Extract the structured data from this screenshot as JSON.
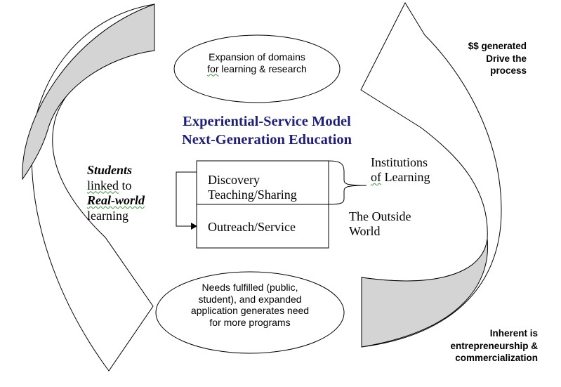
{
  "title": {
    "line1": "Experiential-Service Model",
    "line2": "Next-Generation Education"
  },
  "ellipse_top": {
    "line1": "Expansion of domains",
    "line2_prefix": "for",
    "line2_rest": " learning & research"
  },
  "ellipse_bottom": {
    "lines": [
      "Needs fulfilled (public,",
      "student), and expanded",
      "application generates need",
      "for more programs"
    ]
  },
  "center_box": {
    "top_line1": "Discovery",
    "top_line2": "Teaching/Sharing",
    "bottom": "Outreach/Service"
  },
  "institutions": {
    "line1": "Institutions",
    "line2_prefix": "of",
    "line2_rest": " Learning"
  },
  "outside_world": {
    "line1": "The Outside",
    "line2": "World"
  },
  "students": {
    "word1": "Students",
    "word2": "linked",
    "word3": " to",
    "word4": "Real-world",
    "word5": "learning"
  },
  "money_note": {
    "line1": "$$ generated",
    "line2": "Drive the",
    "line3": "process"
  },
  "inherent_note": {
    "line1": "Inherent is",
    "line2": "entrepreneurship &",
    "line3": "commercialization"
  },
  "colors": {
    "arrow_fill": "#ffffff",
    "arrow_shade": "#d4d4d4",
    "stroke": "#000000",
    "title": "#1f1f7a",
    "spellcheck": "#3a9a3a"
  }
}
